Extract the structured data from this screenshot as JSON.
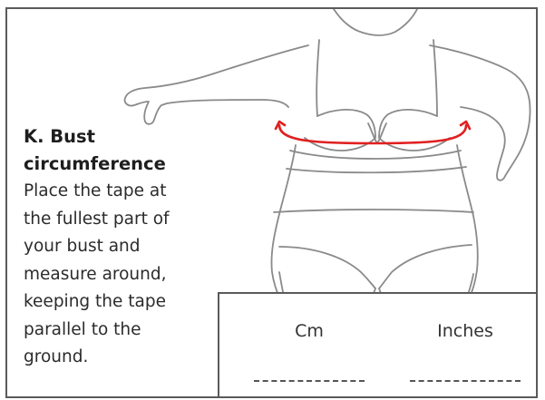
{
  "section": {
    "heading_line1": "K. Bust",
    "heading_line2": "circumference",
    "instructions": [
      "Place the tape at",
      "the fullest part of",
      "your bust and",
      "measure around,",
      "keeping the tape",
      "parallel to the",
      "ground."
    ]
  },
  "measurement": {
    "cm_label": "Cm",
    "inches_label": "Inches"
  },
  "colors": {
    "tape_line": "#e02020",
    "outline": "#888888",
    "border": "#5a5a5a"
  }
}
